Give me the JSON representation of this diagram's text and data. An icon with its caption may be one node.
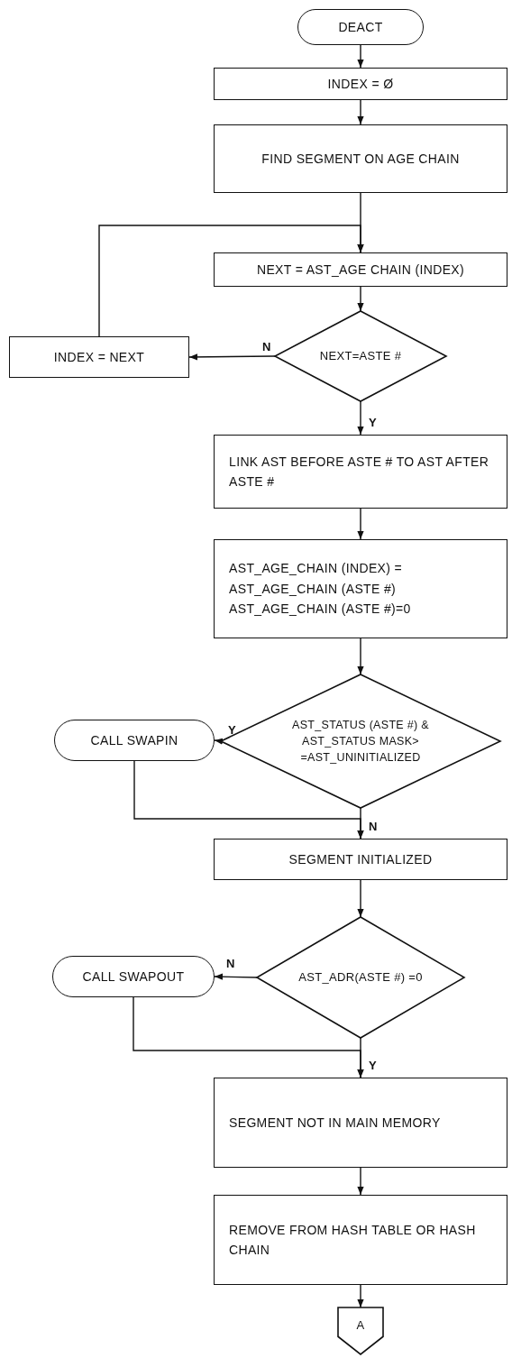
{
  "diagram": {
    "nodes": [
      {
        "text": [
          "DEACT"
        ]
      },
      {
        "text": [
          "INDEX = Ø"
        ]
      },
      {
        "text": [
          "FIND SEGMENT ON AGE CHAIN"
        ]
      },
      {
        "text": [
          "NEXT = AST_AGE CHAIN (INDEX)"
        ]
      },
      {
        "text": [
          "NEXT=ASTE #"
        ]
      },
      {
        "text": [
          "INDEX = NEXT"
        ]
      },
      {
        "text": [
          "LINK AST BEFORE ASTE # TO AST AFTER ASTE #"
        ]
      },
      {
        "text": [
          "AST_AGE_CHAIN (INDEX) = AST_AGE_CHAIN (ASTE #) AST_AGE_CHAIN (ASTE #)=0"
        ]
      },
      {
        "text": [
          "AST_STATUS (ASTE #) & AST_STATUS MASK> =AST_UNINITIALIZED"
        ]
      },
      {
        "text": [
          "CALL SWAPIN"
        ]
      },
      {
        "text": [
          "SEGMENT INITIALIZED"
        ]
      },
      {
        "text": [
          "AST_ADR(ASTE #) =0"
        ]
      },
      {
        "text": [
          "CALL SWAPOUT"
        ]
      },
      {
        "text": [
          "SEGMENT NOT IN MAIN MEMORY"
        ]
      },
      {
        "text": [
          "REMOVE FROM HASH TABLE OR HASH CHAIN"
        ]
      },
      {
        "text": [
          "A"
        ]
      }
    ],
    "edges": [
      {
        "from": 0,
        "to": 1,
        "arrow": "to"
      },
      {
        "from": 1,
        "to": 2,
        "arrow": "to"
      },
      {
        "from": 2,
        "to": 3,
        "arrow": "to"
      },
      {
        "from": 3,
        "to": 4,
        "arrow": "to"
      },
      {
        "from": 4,
        "to": 5,
        "arrow": "to",
        "label": "N"
      },
      {
        "from": 5,
        "to": 3,
        "arrow": "to"
      },
      {
        "from": 4,
        "to": 6,
        "arrow": "to",
        "label": "Y"
      },
      {
        "from": 6,
        "to": 7,
        "arrow": "to"
      },
      {
        "from": 7,
        "to": 8,
        "arrow": "to"
      },
      {
        "from": 8,
        "to": 9,
        "arrow": "to",
        "label": "Y"
      },
      {
        "from": 9,
        "to": 10,
        "arrow": "to"
      },
      {
        "from": 8,
        "to": 10,
        "arrow": "to",
        "label": "N"
      },
      {
        "from": 10,
        "to": 11,
        "arrow": "to"
      },
      {
        "from": 11,
        "to": 12,
        "arrow": "to",
        "label": "N"
      },
      {
        "from": 12,
        "to": 13,
        "arrow": "to"
      },
      {
        "from": 11,
        "to": 13,
        "arrow": "to",
        "label": "Y"
      },
      {
        "from": 13,
        "to": 14,
        "arrow": "to"
      },
      {
        "from": 14,
        "to": 15,
        "arrow": "to"
      }
    ]
  }
}
